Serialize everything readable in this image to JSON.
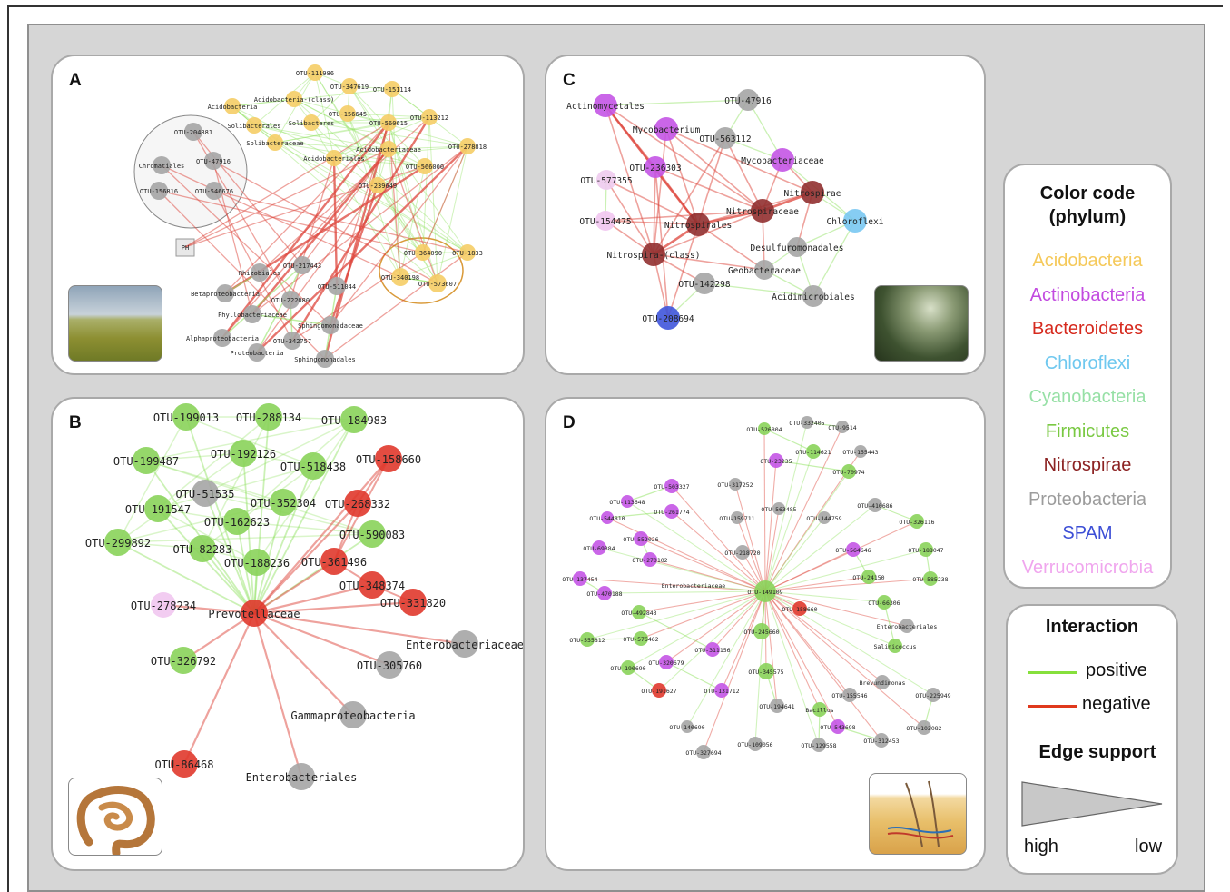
{
  "panels": {
    "A": {
      "label": "A",
      "nodes": [
        "OTU-111986",
        "OTU-347619",
        "OTU-151114",
        "Acidobacteria",
        "Acidobacteria-(class)",
        "OTU-156645",
        "OTU-113212",
        "Solibacterales",
        "Solibacteres",
        "OTU-560615",
        "OTU-204881",
        "Solibacteraceae",
        "Acidobacteriaceae",
        "OTU-278818",
        "Chromatiales",
        "OTU-47916",
        "Acidobacteriales",
        "OTU-566000",
        "OTU-156816",
        "OTU-546676",
        "OTU-239649",
        "PH",
        "OTU-364090",
        "OTU-1833",
        "OTU-217443",
        "Rhizobiales",
        "OTU-340198",
        "OTU-511044",
        "OTU-573607",
        "Betaproteobacteria",
        "OTU-222080",
        "Phyllobacteriaceae",
        "Sphingomonadaceae",
        "Alphaproteobacteria",
        "OTU-342757",
        "Proteobacteria",
        "Sphingomonadales"
      ]
    },
    "B": {
      "label": "B",
      "nodes": [
        "OTU-199013",
        "OTU-288134",
        "OTU-184983",
        "OTU-199487",
        "OTU-192126",
        "OTU-518438",
        "OTU-158660",
        "OTU-51535",
        "OTU-352304",
        "OTU-268332",
        "OTU-191547",
        "OTU-162623",
        "OTU-590083",
        "OTU-299892",
        "OTU-82283",
        "OTU-188236",
        "OTU-361496",
        "OTU-348374",
        "OTU-278234",
        "Prevotellaceae",
        "OTU-331820",
        "Enterobacteriaceae",
        "OTU-326792",
        "OTU-305760",
        "Gammaproteobacteria",
        "OTU-86468",
        "Enterobacteriales"
      ]
    },
    "C": {
      "label": "C",
      "nodes": [
        "Actinomycetales",
        "OTU-47916",
        "Mycobacterium",
        "OTU-563112",
        "Mycobacteriaceae",
        "OTU-236303",
        "OTU-577355",
        "Nitrospirae",
        "Nitrospiraceae",
        "Chloroflexi",
        "OTU-154475",
        "Nitrospirales",
        "Desulfuromonadales",
        "Nitrospira-(class)",
        "Geobacteraceae",
        "OTU-142298",
        "Acidimicrobiales",
        "OTU-208694"
      ]
    },
    "D": {
      "label": "D",
      "nodes": [
        "OTU-332405",
        "OTU-526804",
        "OTU-9514",
        "OTU-114621",
        "OTU-155443",
        "OTU-23235",
        "OTU-70974",
        "OTU-503327",
        "OTU-317252",
        "OTU-113648",
        "OTU-261774",
        "OTU-563485",
        "OTU-410686",
        "OTU-544810",
        "OTU-159711",
        "OTU-144759",
        "OTU-326116",
        "OTU-552026",
        "OTU-69384",
        "OTU-218720",
        "OTU-564646",
        "OTU-188047",
        "OTU-270102",
        "OTU-137454",
        "Enterobacteriaceae",
        "OTU-24150",
        "OTU-585238",
        "OTU-470188",
        "OTU-149109",
        "OTU-158660",
        "OTU-66306",
        "OTU-492843",
        "Enterobacteriales",
        "OTU-555812",
        "OTU-576462",
        "OTU-245660",
        "Salinicoccus",
        "OTU-320679",
        "OTU-311156",
        "OTU-190690",
        "OTU-345575",
        "Brevundimonas",
        "OTU-191627",
        "OTU-131712",
        "OTU-155546",
        "OTU-225949",
        "OTU-194641",
        "Bacillus",
        "OTU-140690",
        "OTU-543698",
        "OTU-102082",
        "OTU-109056",
        "OTU-312453",
        "OTU-327694",
        "OTU-129558"
      ]
    }
  },
  "legend": {
    "color_title": "Color code\n(phylum)",
    "phyla": [
      {
        "name": "Acidobacteria",
        "color": "#f5c95a"
      },
      {
        "name": "Actinobacteria",
        "color": "#c24be0"
      },
      {
        "name": "Bacteroidetes",
        "color": "#d62a1e"
      },
      {
        "name": "Chloroflexi",
        "color": "#6fc8ef"
      },
      {
        "name": "Cyanobacteria",
        "color": "#97e0a6"
      },
      {
        "name": "Firmicutes",
        "color": "#7ac943"
      },
      {
        "name": "Nitrospirae",
        "color": "#8c2323"
      },
      {
        "name": "Proteobacteria",
        "color": "#9c9c9c"
      },
      {
        "name": "SPAM",
        "color": "#3d4fd6"
      },
      {
        "name": "Verrucomicrobia",
        "color": "#f0a6ee"
      }
    ],
    "interaction_title": "Interaction",
    "positive": "positive",
    "negative": "negative",
    "positive_color": "#86e03c",
    "negative_color": "#e0391d",
    "edge_title": "Edge support",
    "high": "high",
    "low": "low"
  }
}
